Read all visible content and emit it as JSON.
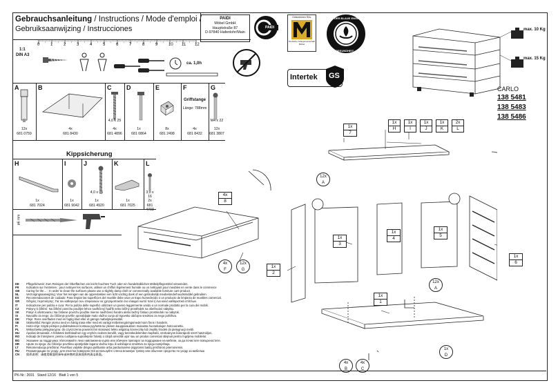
{
  "header": {
    "title_bold": "Gebrauchsanleitung",
    "title_rest_1": " / Instructions / Mode d'emploi /",
    "title_line2": "Gebruiksaanwijzing / Instrucciones",
    "company": "PAIDI",
    "company_line2": "Möbel GmbH",
    "company_line3": "Hauptstraße 87",
    "company_line4": "D-97840 Hafenlohr/Main",
    "logo_text": "PAIDI",
    "scale": "1:1",
    "paper": "DIN A3",
    "ruler_ticks": [
      "0",
      "1",
      "2",
      "3",
      "4",
      "5",
      "6",
      "7",
      "8",
      "9",
      "10",
      "11",
      "12"
    ],
    "time": "ca. 1,0h",
    "badge_golden_m": "Gütezeichen RAL",
    "badge_golden_m_sub": "Deutsche Gütegemeinschaft Möbel",
    "badge_engel_top": "DER BLAUE ENGEL",
    "badge_engel_bot": "GESUNDHEIT",
    "intertek": "Intertek",
    "gs": "GS"
  },
  "weights": {
    "top": "max. 10 Kg",
    "bottom": "max. 15 Kg"
  },
  "product": {
    "name": "CARLO",
    "articles": [
      "138 5481",
      "138 5483",
      "138 5486"
    ]
  },
  "parts_row1": [
    {
      "letter": "A",
      "qty": "12x",
      "code": "681 0759",
      "dim": ""
    },
    {
      "letter": "B",
      "qty": "4x",
      "code": "681 8430",
      "dim": ""
    },
    {
      "letter": "C",
      "qty": "4x",
      "code": "681 4896",
      "dim": "4,0 x 25"
    },
    {
      "letter": "D",
      "qty": "1x",
      "code": "681 0864",
      "dim": ""
    },
    {
      "letter": "E",
      "qty": "8x",
      "code": "681 2498",
      "dim": ""
    },
    {
      "letter": "F",
      "qty": "4x",
      "code": "681 8432",
      "dim": "Griffstange",
      "dim2": "Länge: 788mm"
    },
    {
      "letter": "G",
      "qty": "12x",
      "code": "681 3807",
      "dim": "M4 x 22"
    }
  ],
  "section_title": "Kippsicherung",
  "parts_row2": [
    {
      "letter": "H",
      "qty": "1x",
      "code": "681 7024",
      "dim": ""
    },
    {
      "letter": "I",
      "qty": "1x",
      "code": "681 9042",
      "dim": ""
    },
    {
      "letter": "J",
      "qty": "1x",
      "code": "681 4920",
      "dim": "4,0 x 45"
    },
    {
      "letter": "K",
      "qty": "1x",
      "code": "681 7025",
      "dim": ""
    },
    {
      "letter": "L",
      "qty": "2x",
      "code": "681 4703",
      "dim": "3,0 x 16"
    }
  ],
  "drill": "ø6 mm",
  "assembly": {
    "callouts": [
      {
        "q": "1x",
        "l": "H"
      },
      {
        "q": "1x",
        "l": "I"
      },
      {
        "q": "1x",
        "l": "J"
      },
      {
        "q": "1x",
        "l": "K"
      },
      {
        "q": "2x",
        "l": "L"
      }
    ],
    "panels": [
      {
        "q": "1x",
        "n": "7"
      },
      {
        "q": "4x",
        "n": "8"
      },
      {
        "q": "1x",
        "n": "3"
      },
      {
        "q": "1x",
        "n": "4"
      },
      {
        "q": "1x",
        "n": "5"
      },
      {
        "q": "1x",
        "n": "6"
      },
      {
        "q": "1x",
        "n": "2"
      },
      {
        "q": "1x",
        "n": "1"
      }
    ],
    "hw": [
      {
        "q": "12x",
        "l": "A"
      },
      {
        "q": "4x",
        "l": "F"
      },
      {
        "q": "12x",
        "l": "G"
      },
      {
        "q": "12x",
        "l": "A"
      },
      {
        "q": "1x",
        "l": "D"
      },
      {
        "q": "4x",
        "l": "B"
      },
      {
        "q": "4x",
        "l": "C"
      }
    ]
  },
  "care": [
    {
      "c": "DE",
      "t": "Pflegehinweis: Zum Reinigen der Oberflächen ein leicht feuchtes Tuch oder ein handelsübliches Möbelpflegemittel verwenden."
    },
    {
      "c": "FR",
      "t": "Indication sur l'entretien : pour nettoyer les surfaces, utiliser un chiffon légèrement humide ou un nettoyant pour meubles en vente dans le commerce"
    },
    {
      "c": "GB",
      "t": "Caring for the… : In order to clean the surfaces please use a slightly damp cloth or commercially available furniture care product."
    },
    {
      "c": "NL",
      "t": "Verzorgingsaanwijzing: Voor het reinigen van de oppervlakken een licht vochtig doek of een gebruikelijk meubelonderhoudsmiddel gebruiken."
    },
    {
      "c": "ES",
      "t": "Recomendaciones de cuidado: Para limpiar las superficies del mueble debe usar un trapo humedecido o un producto de limpieza de muebles comercial."
    },
    {
      "c": "GR",
      "t": "Οδηγίες περιποίησης: Για τον καθαρισμό των επιφανειών να χρησιμοποιείτε ένα ελαφρά νωπό πανί ή ένα κοινό καθαριστικό επίπλων."
    },
    {
      "c": "IT",
      "t": "Indicazione per pulizia e cura: Per la pulizia delle superfici utilizzare un panno leggermente umido o un normale prodotto per la cura dei mobili."
    },
    {
      "c": "CZ",
      "t": "Pokyny k čištění: Na čištění povrchu použijte lehce navlhčený hadřík nebo běžný prostředek na ošetřování nábytku."
    },
    {
      "c": "SK",
      "t": "Pokyn k ošetrovaniu: Na čistenie povrchu použite mierne navlhčenú handru alebo bežný čistiaci prostriedok na nábytok."
    },
    {
      "c": "SI",
      "t": "Navodilo za nego: Za čiščenje površin uporabljajte malo vlažno cunjo ali trgovsko običajno sredstvo za nego pohištva."
    },
    {
      "c": "DK",
      "t": "Pleje: Rens overfladen med en fugtig klud eller et gængs møbelplejemiddel."
    },
    {
      "c": "SE",
      "t": "Skötselråd: Rengör ytorna med en fuktig trasa eller med ett vanligt möbelrengöringsmedel som finns i handeln."
    },
    {
      "c": "FI",
      "t": "Hoito-ohje: Käytä pintojen puhdistukseen kosteaa pyyhettä tai yleisen kaupparauksen mukaista huonekalujen hoito-ainetta."
    },
    {
      "c": "PL",
      "t": "Wskazówka pielęgnacyjna: do czyszczenia powierzchni stosować lekko wilgotną ściereczkę lub zwykły środek do pielęgnacji mebli."
    },
    {
      "c": "HU",
      "t": "Ápolási útmutatás: A felületek tisztításához egy enyhén nedves kendőt, vagy kereskedelemben kapható, szokványos bútorápoló szert használjon."
    },
    {
      "c": "RO",
      "t": "Indicaţii de întreţinere: pentru curăţarea suprafeţelor folosiţi o cârpă umezită uşor sau un produs comercial obişnuit pentru îngrijirea mobilelor."
    },
    {
      "c": "BG",
      "t": "Указание за поддръжка: Използвайте леко навлажнена кърпа или обичаен препарат за поддържане на мебели, за да почистите повърхностите."
    },
    {
      "c": "HR",
      "t": "Upute za njegu: Za čišćenje površina upotrijebite lagano vlažnu krpu ili uobičajeno sredstvo za njegu namještaja."
    },
    {
      "c": "LT",
      "t": "Rekomendacija priežiūrai: Paviršius valykite drėgna pašluoste arba parduotuvėse įsigytomis baldų priežiūros priemonėmis."
    },
    {
      "c": "RU",
      "t": "Рекомендации по уходу: для очистки поверхностей используйте слегка влажную тряпку или обычное средство по уходу за мебелью"
    },
    {
      "c": "CN",
      "t": "保养说明：请使用微湿的抹布或市售的家具保养剂清洁表面。"
    }
  ],
  "footer": {
    "pk": "PK-Nr.: 2691",
    "stand": "Stand 12/16",
    "blatt": "Blatt 1 von 5"
  }
}
